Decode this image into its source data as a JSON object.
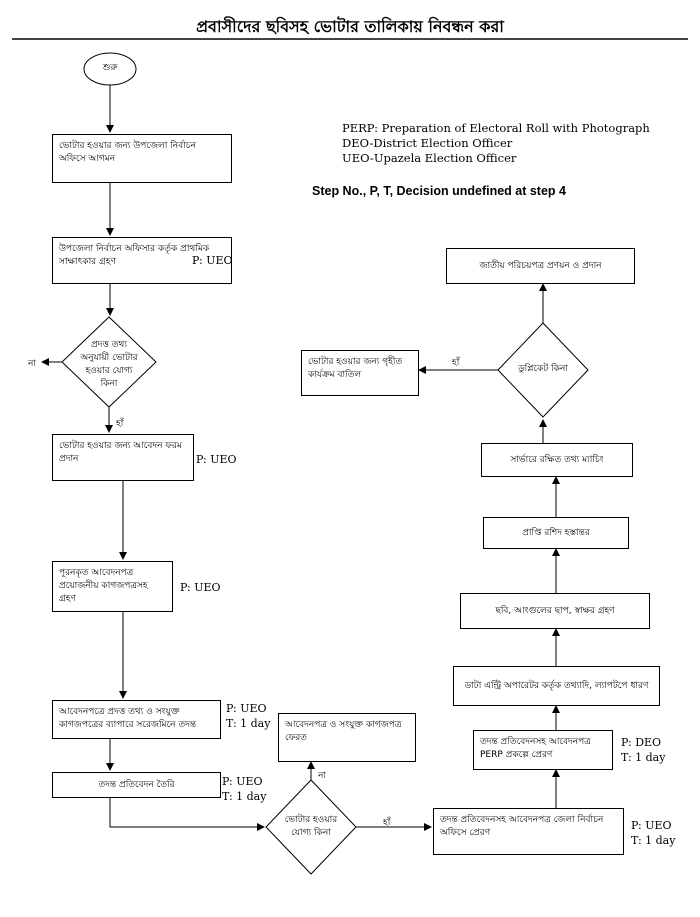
{
  "title": "প্রবাসীদের ছবিসহ ভোটার তালিকায় নিবন্ধন করা",
  "legend": [
    "PERP: Preparation of Electoral Roll with Photograph",
    "DEO-District Election Officer",
    "UEO-Upazela Election Officer"
  ],
  "step_note": "Step No., P, T, Decision undefined at step 4",
  "start": "শুরু",
  "steps": {
    "arrival": "ভোটার হওয়ার জন্য উপজেলা নির্বাচন অফিসে আগমন",
    "interview": "উপজেলা নির্বাচন অফিসার কর্তৃক প্রাথমিক সাক্ষাৎকার গ্রহণ",
    "form": "ভোটার হওয়ার জন্য আবেদন ফরম প্রদান",
    "receive": "পূরনকৃত আবেদনপত্র প্রয়োজনীয় কাগজপত্রসহ গ্রহণ",
    "verify": "আবেদনপত্রে প্রদত্ত তথ্য ও সংযুক্ত কাগজপত্রের ব্যাপারে সরেজমিনে তদন্ত",
    "report": "তদন্ত প্রতিবেদন তৈরি",
    "return": "আবেদনপত্র ও সংযুক্ত কাগজপত্র ফেরত",
    "send_district": "তদন্ত প্রতিবেদনসহ আবেদনপত্র জেলা নির্বাচন অফিসে প্রেরণ",
    "send_perp": "তদন্ত প্রতিবেদনসহ আবেদনপত্র PERP প্রকল্পে প্রেরণ",
    "data_entry": "ডাটা এন্ট্রি অপারেটর কর্তৃক তথ্যাদি, ল্যাপটপে ধারণ",
    "biometrics": "ছবি, আংগুলের ছাপ, স্বাক্ষর গ্রহণ",
    "receipt": "প্রাপ্তি রশিদ হস্তান্তর",
    "matching": "সার্ভারে রক্ষিত তথ্য ম্যাচিং",
    "cancel": "ভোটার হওয়ার জন্য গৃহীত কার্যক্রম বাতিল",
    "nid": "জাতীয় পরিচয়পত্র প্রণয়ন ও প্রদান"
  },
  "decisions": {
    "eligible_info": "প্রদত্ত তথ্য অনুযায়ী ভোটার হওয়ার যোগ্য কিনা",
    "eligible": "ভোটার হওয়ার যোগ্য কিনা",
    "duplicate": "ডুপ্লিকেট কিনা"
  },
  "labels": {
    "yes": "হাঁ",
    "no": "না"
  },
  "notes": {
    "interview": "P: UEO",
    "form": "P: UEO",
    "receive": "P: UEO",
    "verify_p": "P: UEO",
    "verify_t": "T: 1 day",
    "report_p": "P: UEO",
    "report_t": "T: 1 day",
    "send_district_p": "P: UEO",
    "send_district_t": "T: 1 day",
    "send_perp_p": "P: DEO",
    "send_perp_t": "T: 1 day"
  }
}
